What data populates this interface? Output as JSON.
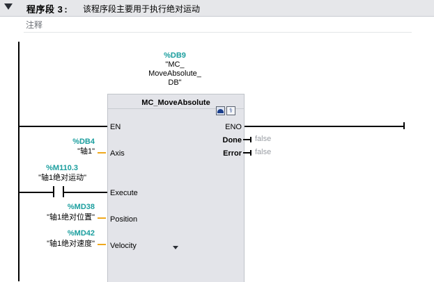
{
  "segment": {
    "label": "程序段 3",
    "separator": ":",
    "description": "该程序段主要用于执行绝对运动",
    "comment_placeholder": "注释"
  },
  "instance_db": {
    "address": "%DB9",
    "name_line1": "\"MC_",
    "name_line2": "MoveAbsolute_",
    "name_line3": "DB\""
  },
  "block": {
    "name": "MC_MoveAbsolute",
    "icons": [
      "mode-icon",
      "diagnostics-icon"
    ],
    "inputs": {
      "en": "EN",
      "axis": "Axis",
      "execute": "Execute",
      "position": "Position",
      "velocity": "Velocity"
    },
    "outputs": {
      "eno": "ENO",
      "done": "Done",
      "error": "Error"
    },
    "output_values": {
      "done": "false",
      "error": "false"
    }
  },
  "operands": {
    "axis": {
      "address": "%DB4",
      "symbol": "\"轴1\""
    },
    "execute": {
      "address": "%M110.3",
      "symbol": "\"轴1绝对运动\""
    },
    "position": {
      "address": "%MD38",
      "symbol": "\"轴1绝对位置\""
    },
    "velocity": {
      "address": "%MD42",
      "symbol": "\"轴1绝对速度\""
    }
  },
  "colors": {
    "header_bg": "#e6e7ea",
    "block_bg": "#e3e4e9",
    "address_teal": "#1a9e9e",
    "input_wire_orange": "#f0a81c",
    "status_value_gray": "#9a9ea4"
  }
}
